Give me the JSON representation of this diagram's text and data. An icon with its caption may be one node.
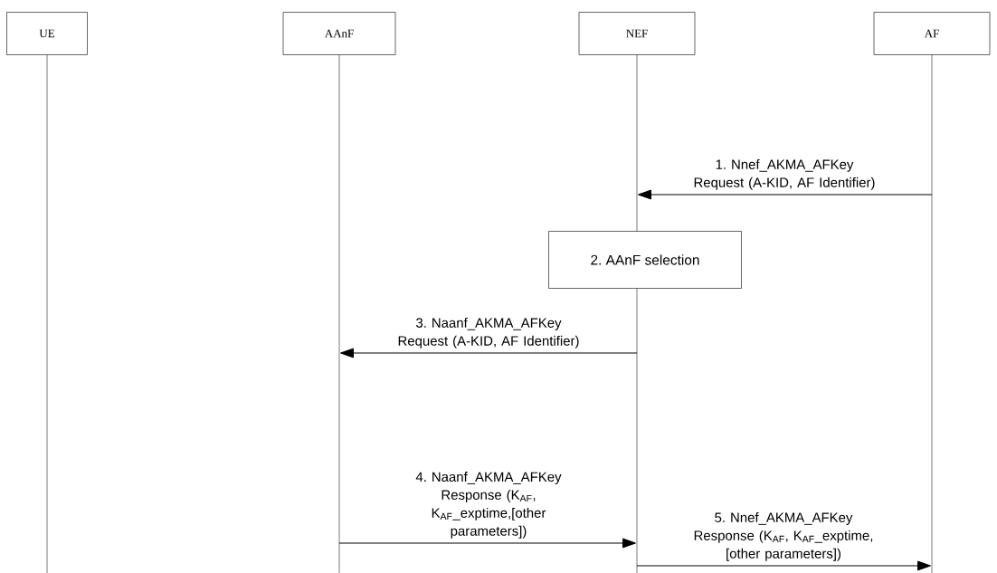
{
  "diagram": {
    "nodes": [
      {
        "text": [
          "UE"
        ]
      },
      {
        "text": [
          "AAnF"
        ]
      },
      {
        "text": [
          "NEF"
        ]
      },
      {
        "text": [
          "AF"
        ]
      },
      {
        "text": [
          "2. AAnF selection"
        ]
      }
    ],
    "edges": [
      {
        "from": 3,
        "to": 2,
        "arrow": "to",
        "label": "1. Nnef_AKMA_AFKey Request (A-KID, AF Identifier)"
      },
      {
        "from": 2,
        "to": 1,
        "arrow": "to",
        "label": "3. Naanf_AKMA_AFKey Request (A-KID, AF Identifier)"
      },
      {
        "from": 1,
        "to": 2,
        "arrow": "to",
        "label": "4. Naanf_AKMA_AFKey Response (K$_{AF}$, K$_{AF}$_exptime,[other parameters])"
      },
      {
        "from": 2,
        "to": 3,
        "arrow": "to",
        "label": "5. Nnef_AKMA_AFKey Response (K$_{AF}$, K$_{AF}$_exptime, [other parameters])"
      }
    ]
  }
}
